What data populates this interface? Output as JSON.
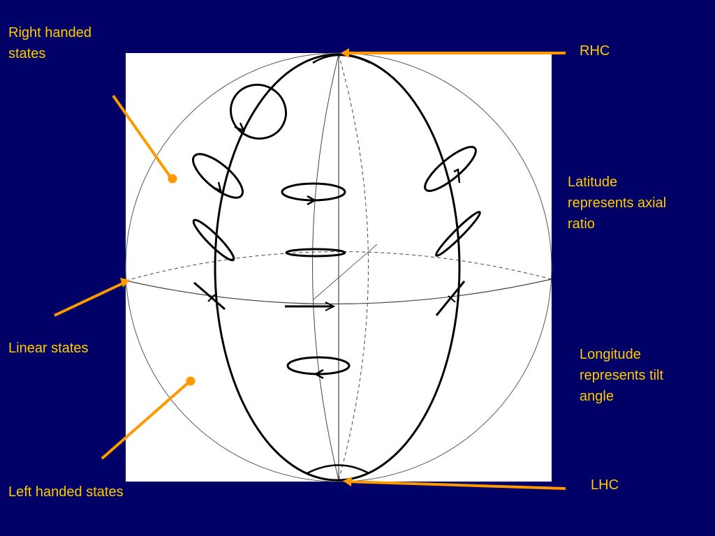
{
  "slide": {
    "background": "#000066",
    "label_color": "#ffcc00",
    "arrow_color": "#ff9900"
  },
  "labels": {
    "right_handed": [
      "Right handed",
      "states"
    ],
    "rhc": "RHC",
    "latitude": [
      "Latitude",
      "represents axial",
      "ratio"
    ],
    "linear": "Linear states",
    "longitude": [
      "Longitude",
      "represents tilt",
      "angle"
    ],
    "lhc": "LHC",
    "left_handed": "Left handed states"
  },
  "diagram": {
    "name": "poincare-sphere",
    "panel_color": "#ffffff"
  }
}
